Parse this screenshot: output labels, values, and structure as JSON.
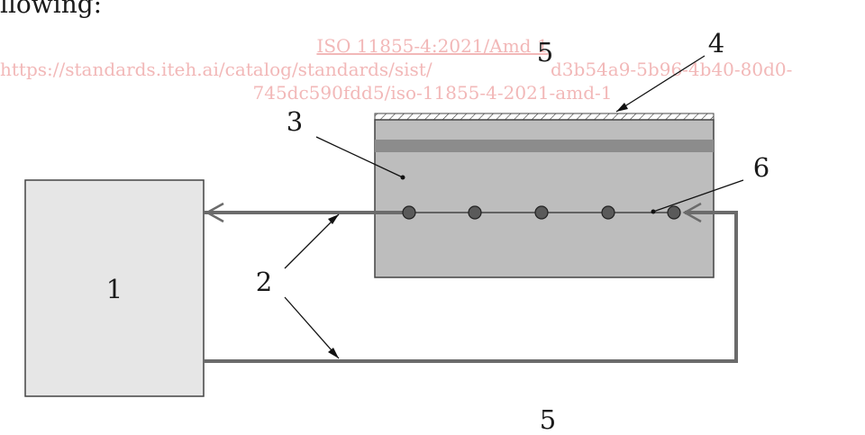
{
  "caption_fragment": "llowing:",
  "watermark": {
    "line1": "ISO 11855-4:2021/Amd 1",
    "line2_prefix": "https://standards.iteh.ai/catalog/standards/sist/",
    "line2_suffix": "d3b54a9-5b96-4b40-80d0-",
    "line3": "745dc590fdd5/iso-11855-4-2021-amd-1"
  },
  "labels": {
    "l1": "1",
    "l2": "2",
    "l3": "3",
    "l4": "4",
    "l5_top": "5",
    "l5_bottom": "5",
    "l6": "6"
  },
  "colors": {
    "box_fill": "#e6e6e6",
    "slab_fill": "#bdbdbd",
    "band_fill": "#8c8c8c",
    "pipe_stroke": "#6b6b6b",
    "point_fill": "#5a5a5a",
    "watermark": "#f2b8b8"
  }
}
